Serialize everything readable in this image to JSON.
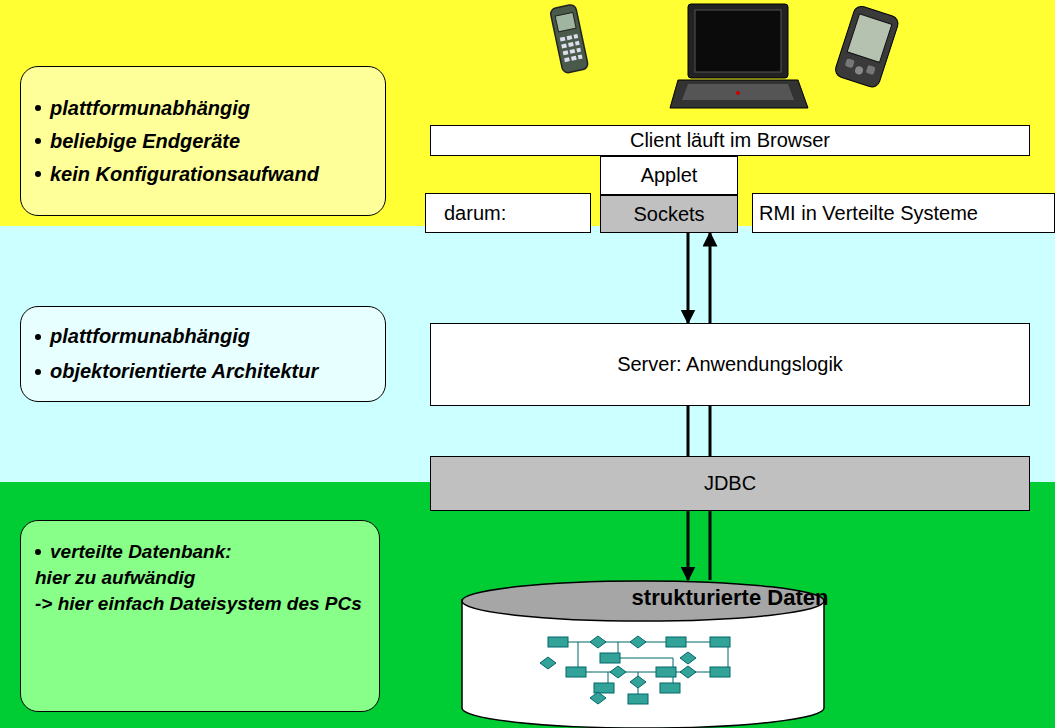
{
  "diagram": {
    "nodes": [
      {
        "text": [
          "plattformunabhängig",
          "beliebige Endgeräte",
          "kein Konfigurationsaufwand"
        ]
      },
      {
        "text": [
          "Client läuft im Browser"
        ]
      },
      {
        "text": [
          "Applet"
        ]
      },
      {
        "text": [
          "Sockets"
        ]
      },
      {
        "text": [
          "darum:"
        ]
      },
      {
        "text": [
          "RMI in Verteilte Systeme"
        ]
      },
      {
        "text": [
          "plattformunabhängig",
          "objektorientierte Architektur"
        ]
      },
      {
        "text": [
          "Server: Anwendungslogik"
        ]
      },
      {
        "text": [
          "JDBC"
        ]
      },
      {
        "text": [
          "verteilte Datenbank:",
          "hier zu aufwändig",
          "-> hier einfach Dateisystem des PCs"
        ]
      },
      {
        "text": [
          "strukturierte Daten"
        ]
      }
    ],
    "edges": [
      {
        "from": 3,
        "to": 7,
        "arrow": "to"
      },
      {
        "from": 7,
        "to": 3,
        "arrow": "to"
      },
      {
        "from": 7,
        "to": 8,
        "arrow": "none"
      },
      {
        "from": 7,
        "to": 8,
        "arrow": "none"
      },
      {
        "from": 8,
        "to": 10,
        "arrow": "to"
      },
      {
        "from": 8,
        "to": 10,
        "arrow": "none"
      }
    ]
  }
}
